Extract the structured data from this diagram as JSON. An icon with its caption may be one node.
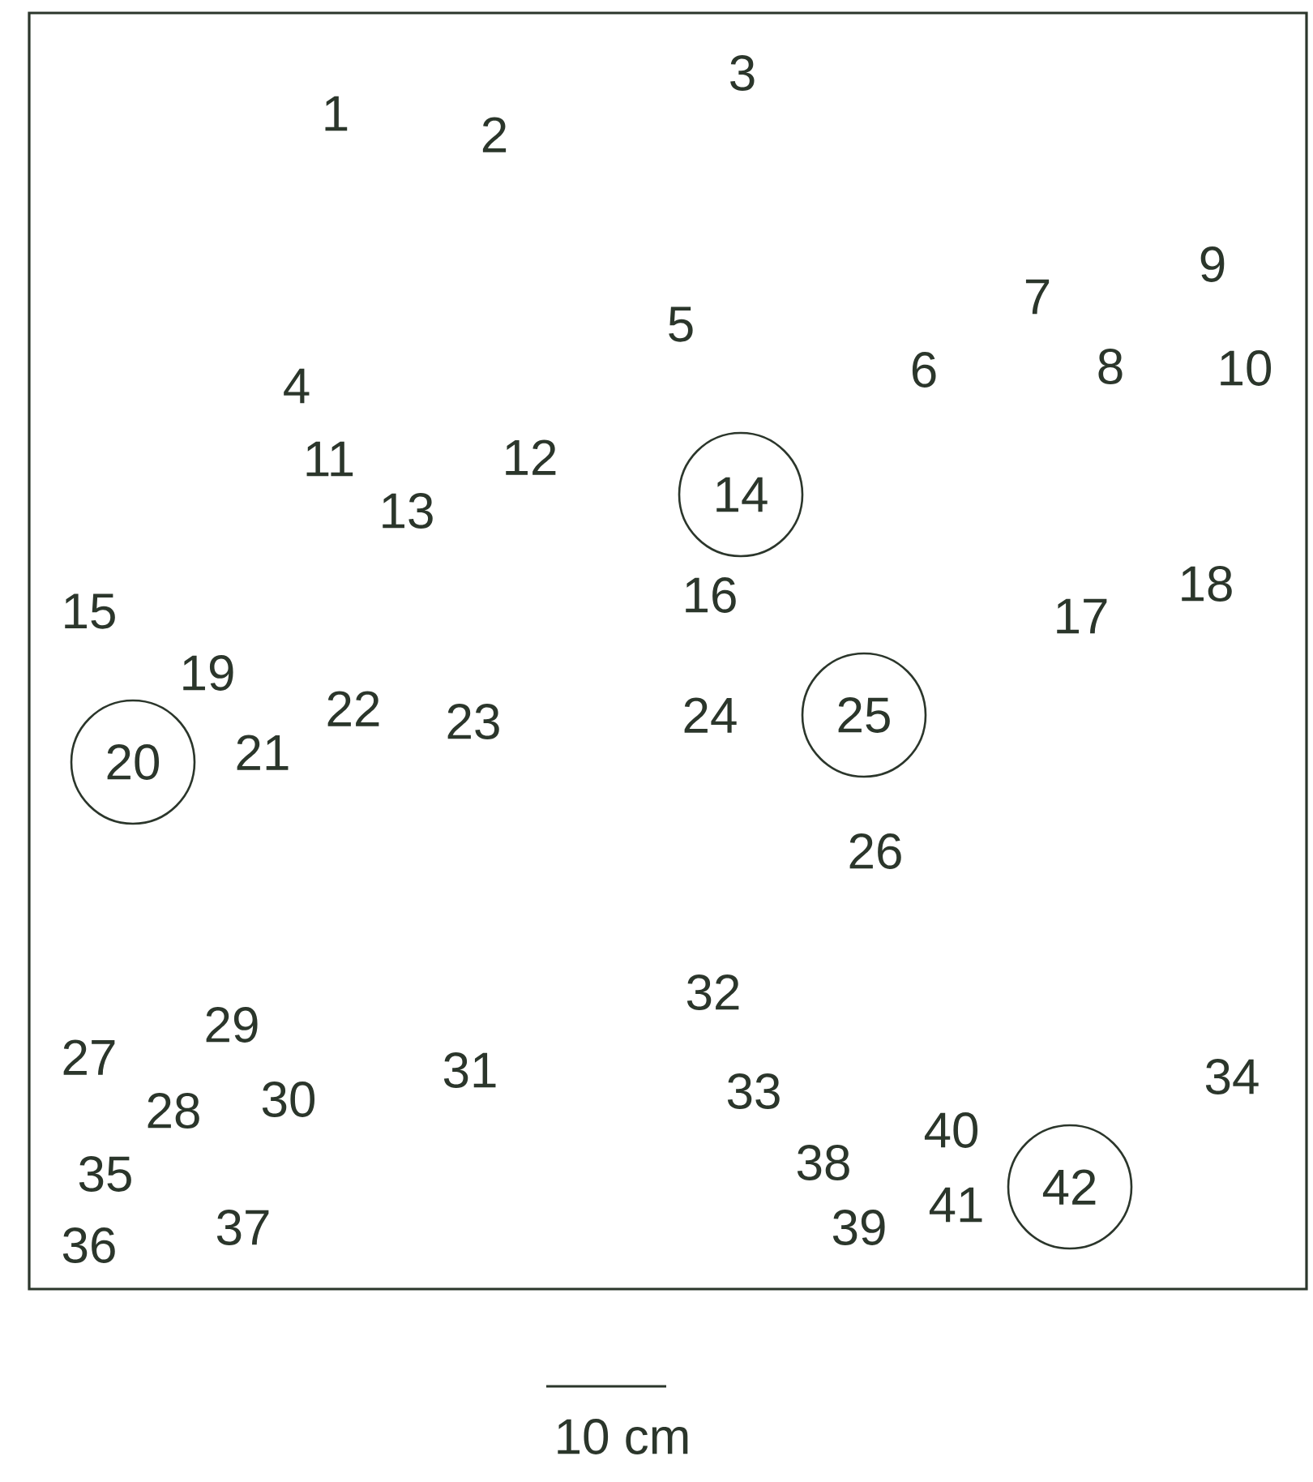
{
  "diagram": {
    "nodes": [
      {
        "text": [
          "14"
        ]
      },
      {
        "text": [
          "25"
        ]
      },
      {
        "text": [
          "20"
        ]
      },
      {
        "text": [
          "42"
        ]
      }
    ],
    "labels": [
      "1",
      "2",
      "3",
      "4",
      "5",
      "6",
      "7",
      "8",
      "9",
      "10",
      "11",
      "12",
      "13",
      "15",
      "16",
      "17",
      "18",
      "19",
      "21",
      "22",
      "23",
      "24",
      "26",
      "27",
      "28",
      "29",
      "30",
      "31",
      "32",
      "33",
      "34",
      "35",
      "36",
      "37",
      "38",
      "39",
      "40",
      "41",
      "10 cm"
    ]
  }
}
